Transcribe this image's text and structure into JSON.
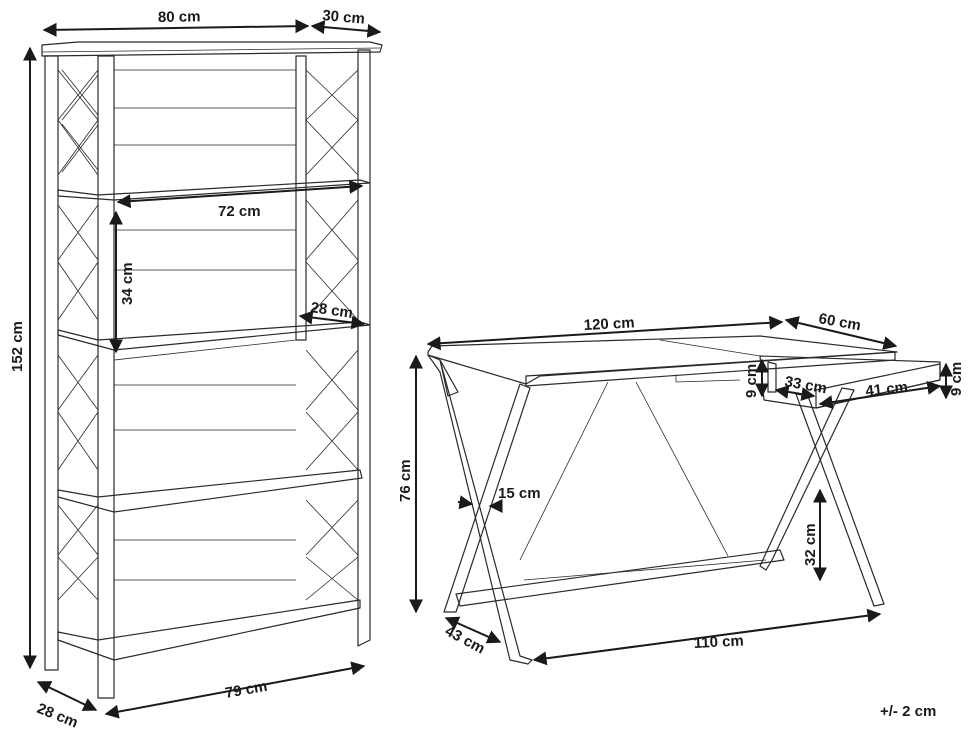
{
  "colors": {
    "line": "#2a2a2a",
    "dimension": "#1a1a1a",
    "background": "#ffffff"
  },
  "bookshelf": {
    "dims": {
      "width_top": "80 cm",
      "depth_top": "30 cm",
      "height": "152 cm",
      "inner_width": "72 cm",
      "shelf_height": "34 cm",
      "shelf_depth": "28 cm",
      "base_depth": "28 cm",
      "base_width": "79 cm"
    }
  },
  "desk": {
    "dims": {
      "top_width": "120 cm",
      "top_depth": "60 cm",
      "drawer_height_left": "9 cm",
      "drawer_depth": "33 cm",
      "drawer_width": "41 cm",
      "drawer_height_right": "9 cm",
      "height": "76 cm",
      "leg_width": "15 cm",
      "clearance": "32 cm",
      "base_depth": "43 cm",
      "base_width": "110 cm"
    }
  },
  "tolerance": "+/- 2 cm"
}
